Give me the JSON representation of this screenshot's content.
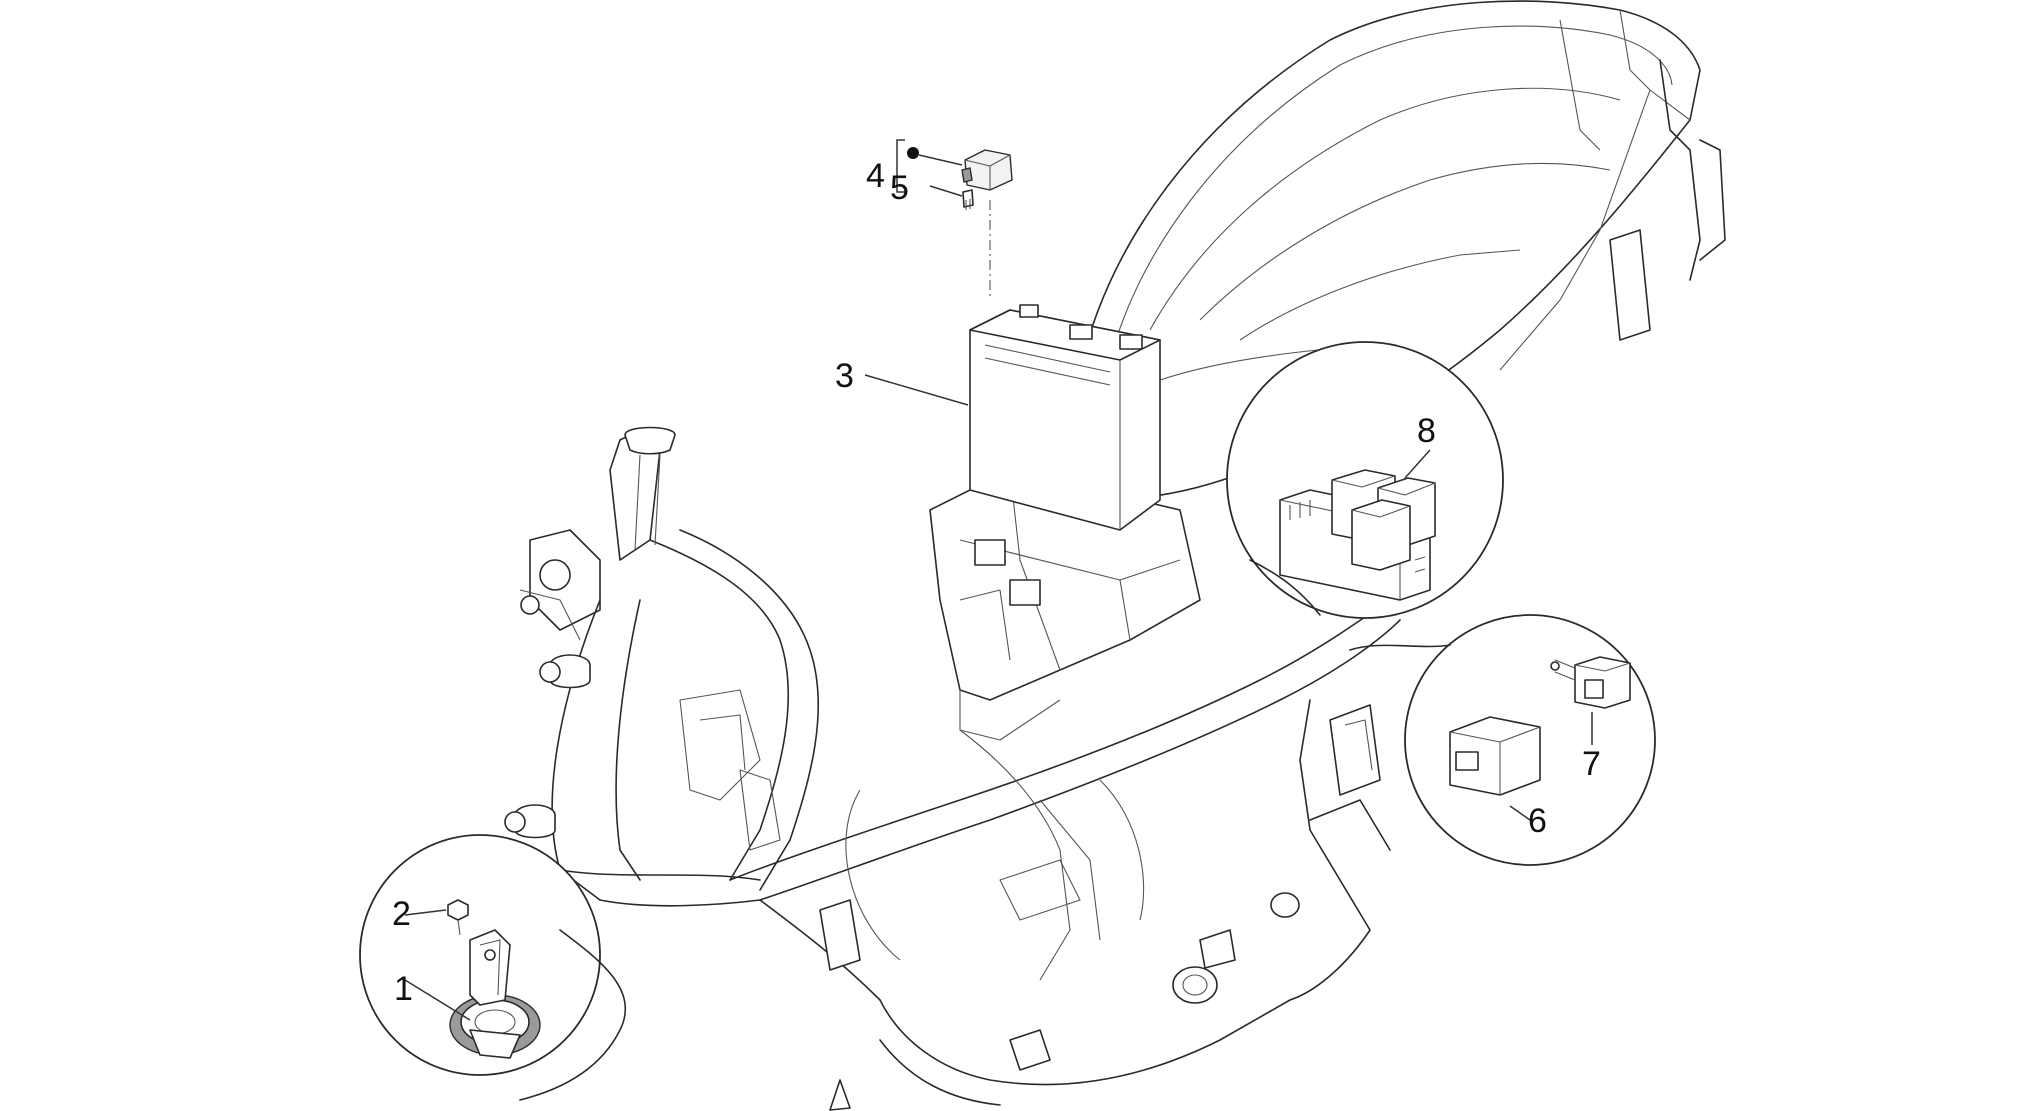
{
  "diagram": {
    "callouts": [
      {
        "id": "1",
        "label": "1"
      },
      {
        "id": "2",
        "label": "2"
      },
      {
        "id": "3",
        "label": "3"
      },
      {
        "id": "4",
        "label": "4"
      },
      {
        "id": "5",
        "label": "5"
      },
      {
        "id": "6",
        "label": "6"
      },
      {
        "id": "7",
        "label": "7"
      },
      {
        "id": "8",
        "label": "8"
      }
    ],
    "colors": {
      "line": "#2a2a2a",
      "background": "#ffffff"
    }
  }
}
